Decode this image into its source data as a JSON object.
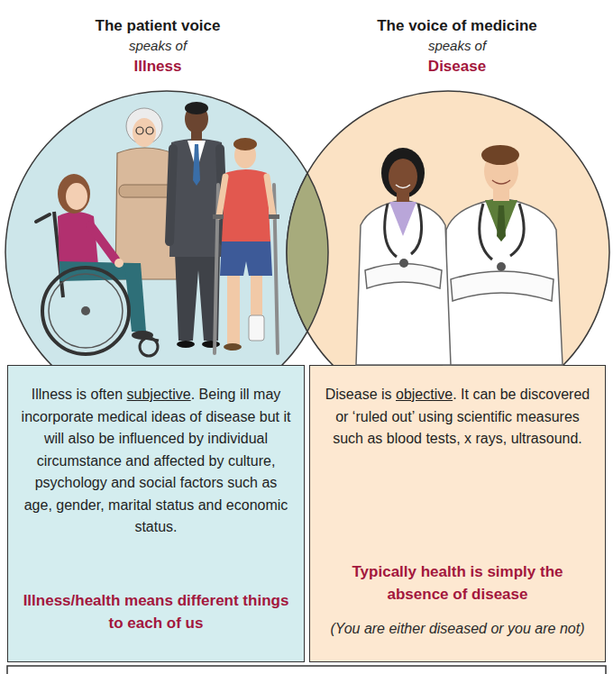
{
  "diagram": {
    "nodes": [
      {
        "text": [
          "The patient voice",
          "speaks of",
          "Illness"
        ]
      },
      {
        "text": [
          "The voice of medicine",
          "speaks of",
          "Disease"
        ]
      },
      {
        "text": [
          "Illness is often subjective. Being ill may incorporate medical ideas of disease but it will also be influenced by individual circumstance and affected by culture, psychology and social factors such as age, gender, marital status and economic status.",
          "Illness/health means different things to each of us"
        ]
      },
      {
        "text": [
          "Disease is objective. It can be discovered or ‘ruled out’ using scientific measures such as blood tests, x rays, ultrasound.",
          "Typically health is simply the absence of disease",
          "(You are either diseased or you are not)"
        ]
      }
    ]
  }
}
